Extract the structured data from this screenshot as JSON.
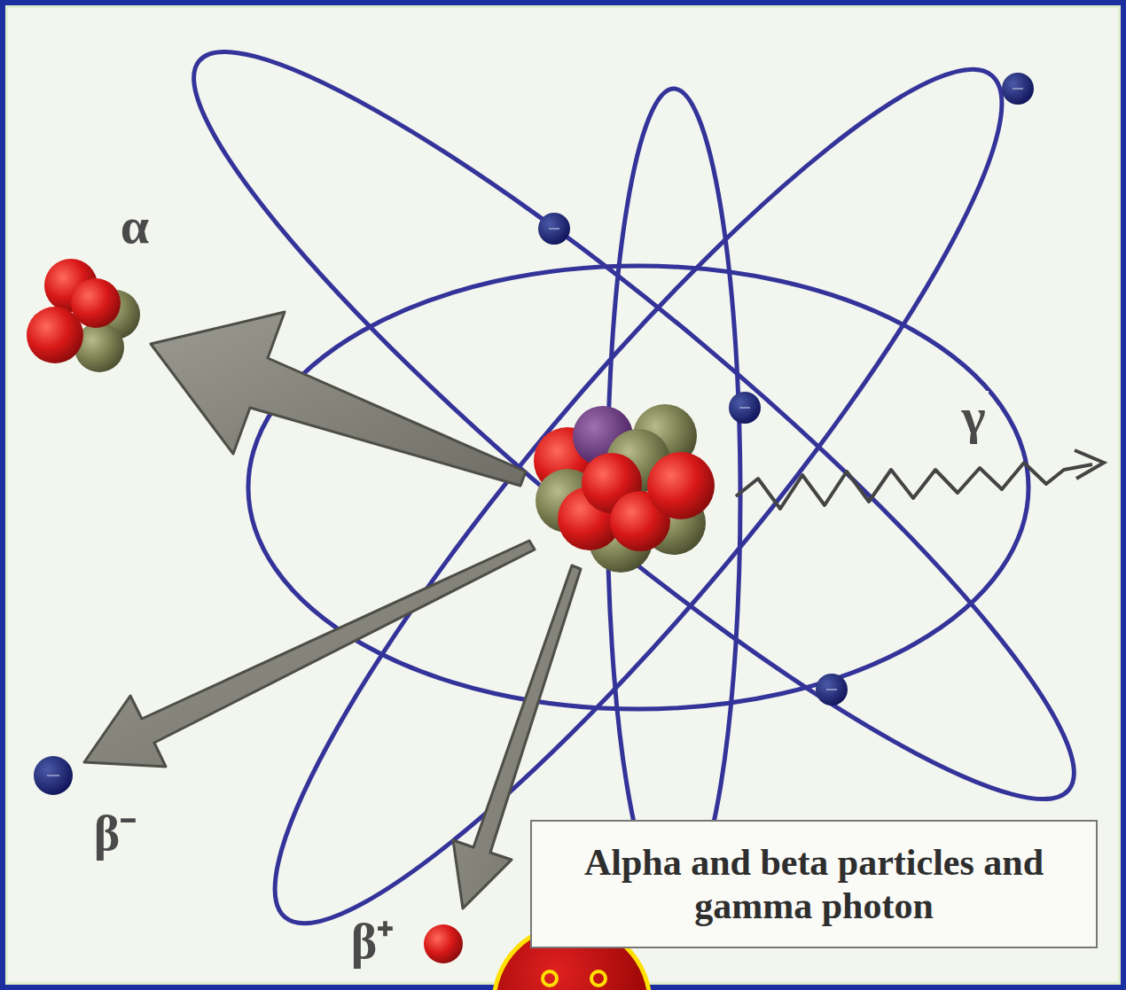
{
  "diagram": {
    "nodes": [
      {
        "text": [
          "Alpha and beta particles and gamma photon"
        ]
      }
    ],
    "labels": [
      "α",
      "γ",
      "β⁻",
      "β⁺"
    ]
  }
}
